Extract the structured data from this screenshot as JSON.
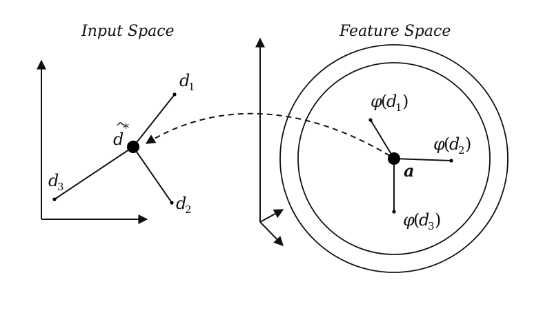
{
  "titles": {
    "input": "Input Space",
    "feature": "Feature Space"
  },
  "input_space": {
    "center": {
      "base": "d",
      "hat": "^",
      "sup": "*"
    },
    "points": [
      {
        "base": "d",
        "sub": "1"
      },
      {
        "base": "d",
        "sub": "2"
      },
      {
        "base": "d",
        "sub": "3"
      }
    ]
  },
  "feature_space": {
    "center": "a",
    "points": [
      {
        "fn": "φ",
        "open": "(",
        "base": "d",
        "sub": "1",
        "close": ")"
      },
      {
        "fn": "φ",
        "open": "(",
        "base": "d",
        "sub": "2",
        "close": ")"
      },
      {
        "fn": "φ",
        "open": "(",
        "base": "d",
        "sub": "3",
        "close": ")"
      }
    ]
  }
}
